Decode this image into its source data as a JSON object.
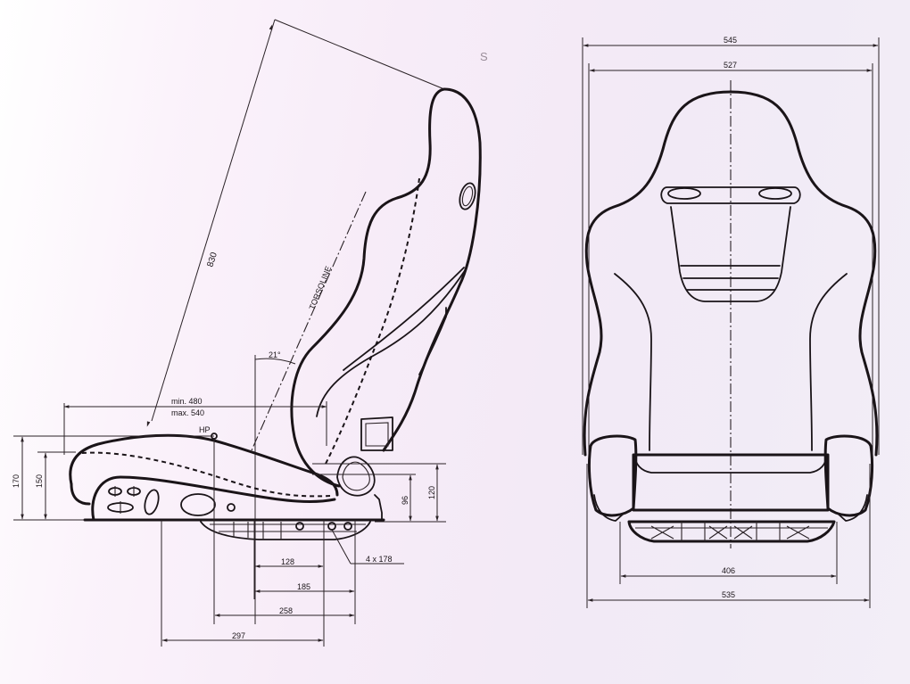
{
  "diagram": {
    "title": "Racing seat dimensional drawing",
    "colors": {
      "line": "#1a1418",
      "background": "#f5edf7"
    },
    "side_view": {
      "labels": {
        "backrest_height": "830",
        "torsoline": "TORSOLINE",
        "torso_angle": "21°",
        "reach_min": "min. 480",
        "reach_max": "max. 540",
        "hip_point": "HP",
        "overall_height_front": "170",
        "cushion_height_front": "150",
        "rear_height_inner": "96",
        "rear_height_outer": "120",
        "mount_spacing_inner": "128",
        "mount_spacing_mid": "185",
        "mount_spacing_outer": "258",
        "hp_to_rear_mount": "297",
        "mount_holes": "4 x 178"
      }
    },
    "front_view": {
      "labels": {
        "overall_width": "545",
        "shoulder_width": "527",
        "mount_width": "406",
        "base_width": "535"
      }
    },
    "marks": {
      "corner_mark": "S"
    }
  }
}
